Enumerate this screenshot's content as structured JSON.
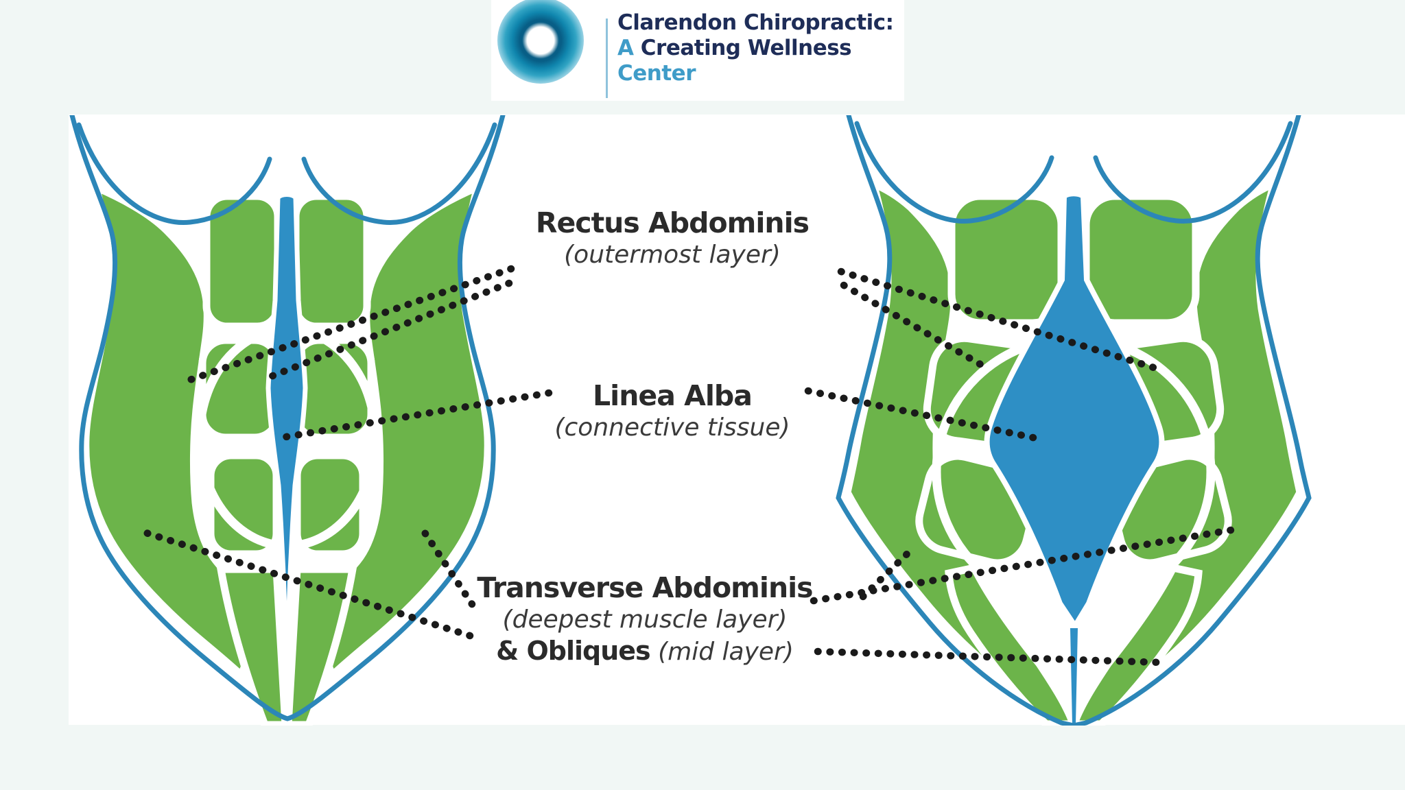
{
  "page": {
    "background": "#f1f7f5",
    "panel_background": "#ffffff"
  },
  "logo": {
    "line1": "Clarendon Chiropractic:",
    "line2_prefix": "A",
    "line2_rest": " Creating Wellness",
    "line3": "Center",
    "colors": {
      "navy": "#1e2d58",
      "light_blue": "#3f9cc8",
      "ring_teal": "#0f85ad"
    }
  },
  "diagram": {
    "labels": {
      "rectus": {
        "title": "Rectus Abdominis",
        "subtitle": "(outermost layer)"
      },
      "linea": {
        "title": "Linea Alba",
        "subtitle": "(connective tissue)"
      },
      "transverse": {
        "title": "Transverse Abdominis",
        "subtitle": "(deepest muscle layer)",
        "line3_bold": "& Obliques",
        "line3_italic": " (mid layer)"
      }
    },
    "figures": {
      "left": "front torso with normal (narrow) linea alba",
      "right": "front torso with widened linea alba (diastasis)"
    },
    "colors": {
      "muscle_green": "#6cb44a",
      "connective_blue": "#2e8fc5",
      "outline_blue": "#2c86b8",
      "leader_dots": "#1a1a1a"
    }
  }
}
